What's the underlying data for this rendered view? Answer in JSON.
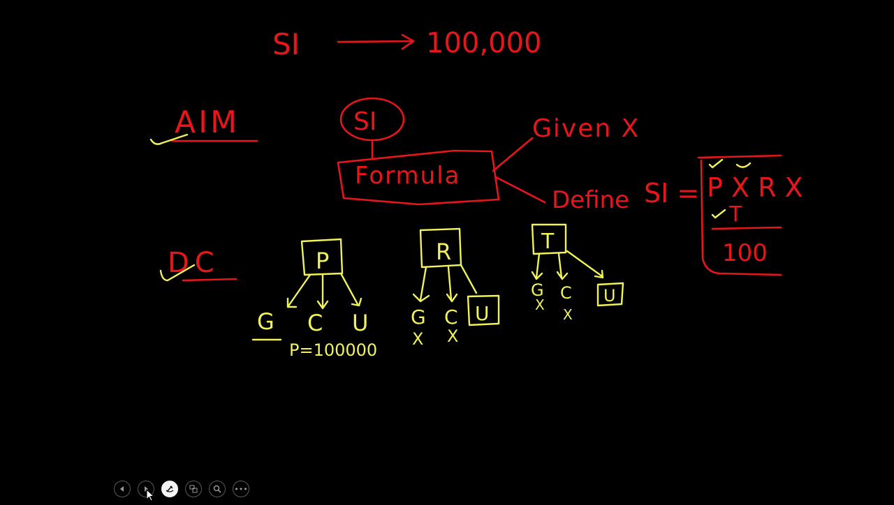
{
  "colors": {
    "red_ink": "#e8161b",
    "yellow_ink": "#f2f25a",
    "background": "#000000"
  },
  "slide": {
    "top_line": {
      "left": "SI",
      "arrow": "→",
      "right": "100,000"
    },
    "aim": {
      "label": "AIM",
      "check": "✓"
    },
    "si_bubble": "SI",
    "formula_box": "Formula",
    "branch_given": "Given X",
    "branch_define": "Define",
    "equation": {
      "lhs": "SI =",
      "numerator": "P X R X",
      "numerator_line2": "T",
      "denominator": "100"
    },
    "dc": {
      "label": "DC",
      "check": "✓"
    },
    "trees": [
      {
        "node": "P",
        "children": [
          "G",
          "C",
          "U"
        ],
        "marks": [
          "",
          "",
          ""
        ],
        "note": "P=100000",
        "underlined": "G"
      },
      {
        "node": "R",
        "children": [
          "G",
          "C",
          "U"
        ],
        "marks": [
          "X",
          "X",
          ""
        ],
        "boxed": "U"
      },
      {
        "node": "T",
        "children": [
          "G",
          "C",
          "U"
        ],
        "marks": [
          "X",
          "X",
          ""
        ],
        "boxed": "U"
      }
    ]
  },
  "toolbar": {
    "buttons": [
      {
        "name": "previous-slide",
        "icon": "◀"
      },
      {
        "name": "next-slide",
        "icon": "▶"
      },
      {
        "name": "pen-tool",
        "icon": "pen"
      },
      {
        "name": "see-all-slides",
        "icon": "slides"
      },
      {
        "name": "zoom",
        "icon": "magnifier"
      },
      {
        "name": "more-options",
        "icon": "•••"
      }
    ]
  }
}
